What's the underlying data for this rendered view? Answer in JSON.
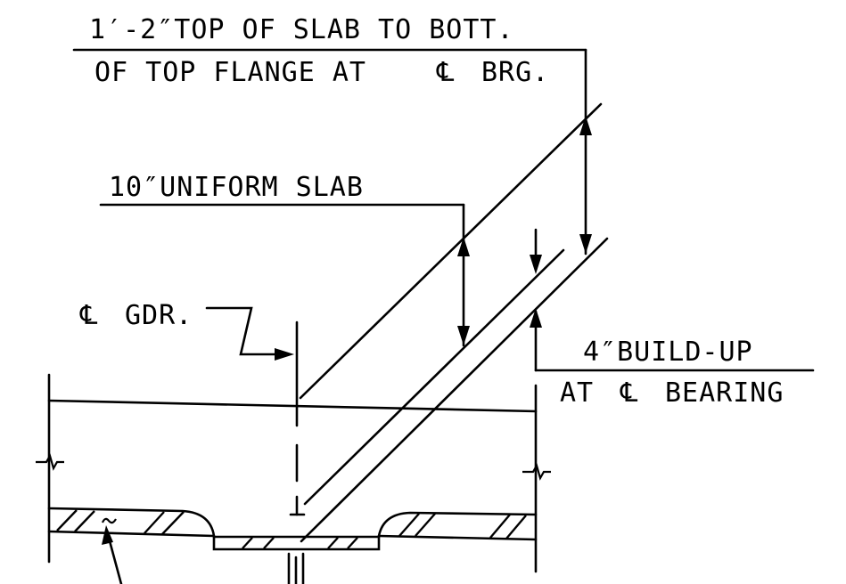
{
  "labels": {
    "top_of_slab_line1": "1′-2″TOP OF SLAB TO BOTT.",
    "top_of_slab_line2": "OF TOP FLANGE AT",
    "top_of_slab_line2_end": "BRG.",
    "uniform_slab": "10″UNIFORM SLAB",
    "girder_cl": "GDR.",
    "buildup_line1": "4″BUILD-UP",
    "buildup_line2_start": "AT",
    "buildup_line2_end": "BEARING"
  },
  "symbols": {
    "centerline": "℄"
  },
  "colors": {
    "ink": "#000000",
    "background": "#ffffff"
  }
}
